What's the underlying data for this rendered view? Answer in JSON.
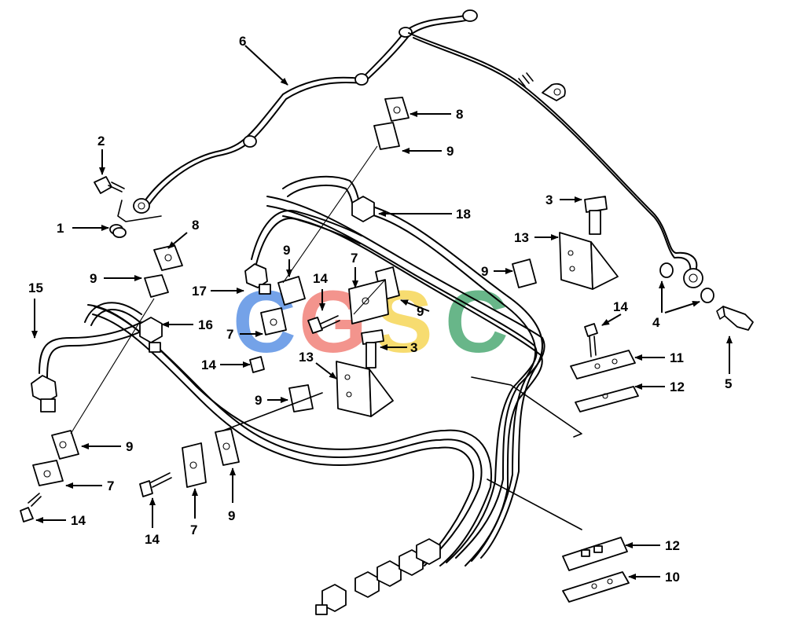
{
  "watermark": {
    "letters": [
      "C",
      "G",
      "S",
      "C"
    ],
    "colors": [
      "#3f7fe0",
      "#ef6b62",
      "#f5cf3a",
      "#2f9a5d"
    ]
  },
  "callouts": {
    "c1": "1",
    "c2": "2",
    "c3a": "3",
    "c3b": "3",
    "c4": "4",
    "c5": "5",
    "c6": "6",
    "c7a": "7",
    "c7b": "7",
    "c7c": "7",
    "c7d": "7",
    "c8a": "8",
    "c8b": "8",
    "c9a": "9",
    "c9b": "9",
    "c9c": "9",
    "c9d": "9",
    "c9e": "9",
    "c9f": "9",
    "c9g": "9",
    "c10": "10",
    "c11": "11",
    "c12a": "12",
    "c12b": "12",
    "c13a": "13",
    "c13b": "13",
    "c14a": "14",
    "c14b": "14",
    "c14c": "14",
    "c14d": "14",
    "c14e": "14",
    "c15": "15",
    "c16": "16",
    "c17": "17",
    "c18": "18"
  }
}
